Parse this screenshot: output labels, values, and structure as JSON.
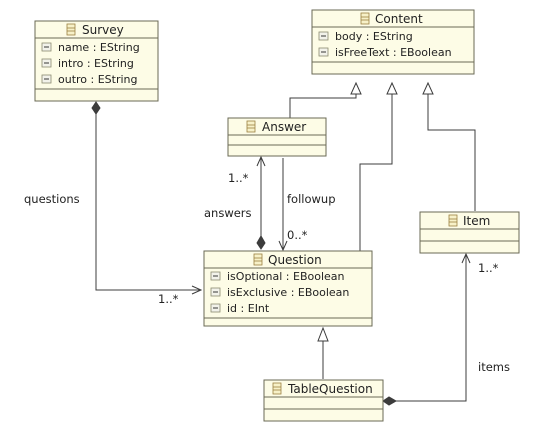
{
  "classes": {
    "survey": {
      "name": "Survey",
      "attributes": [
        "name : EString",
        "intro : EString",
        "outro : EString"
      ]
    },
    "content": {
      "name": "Content",
      "attributes": [
        "body : EString",
        "isFreeText : EBoolean"
      ]
    },
    "answer": {
      "name": "Answer",
      "attributes": []
    },
    "question": {
      "name": "Question",
      "attributes": [
        "isOptional : EBoolean",
        "isExclusive : EBoolean",
        "id : EInt"
      ]
    },
    "item": {
      "name": "Item",
      "attributes": []
    },
    "table_question": {
      "name": "TableQuestion",
      "attributes": []
    }
  },
  "references": {
    "questions": {
      "role": "questions",
      "multiplicity": "1..*"
    },
    "answers": {
      "role": "answers",
      "multiplicity": "1..*"
    },
    "followup": {
      "role": "followup",
      "multiplicity": "0..*"
    },
    "items": {
      "role": "items",
      "multiplicity": "1..*"
    }
  },
  "colors": {
    "class_fill": "#fdfce6",
    "class_border": "#6a6a55",
    "edge": "#3c3c3c"
  },
  "icons": {
    "class": "eclass-icon",
    "attribute": "eattribute-icon"
  }
}
